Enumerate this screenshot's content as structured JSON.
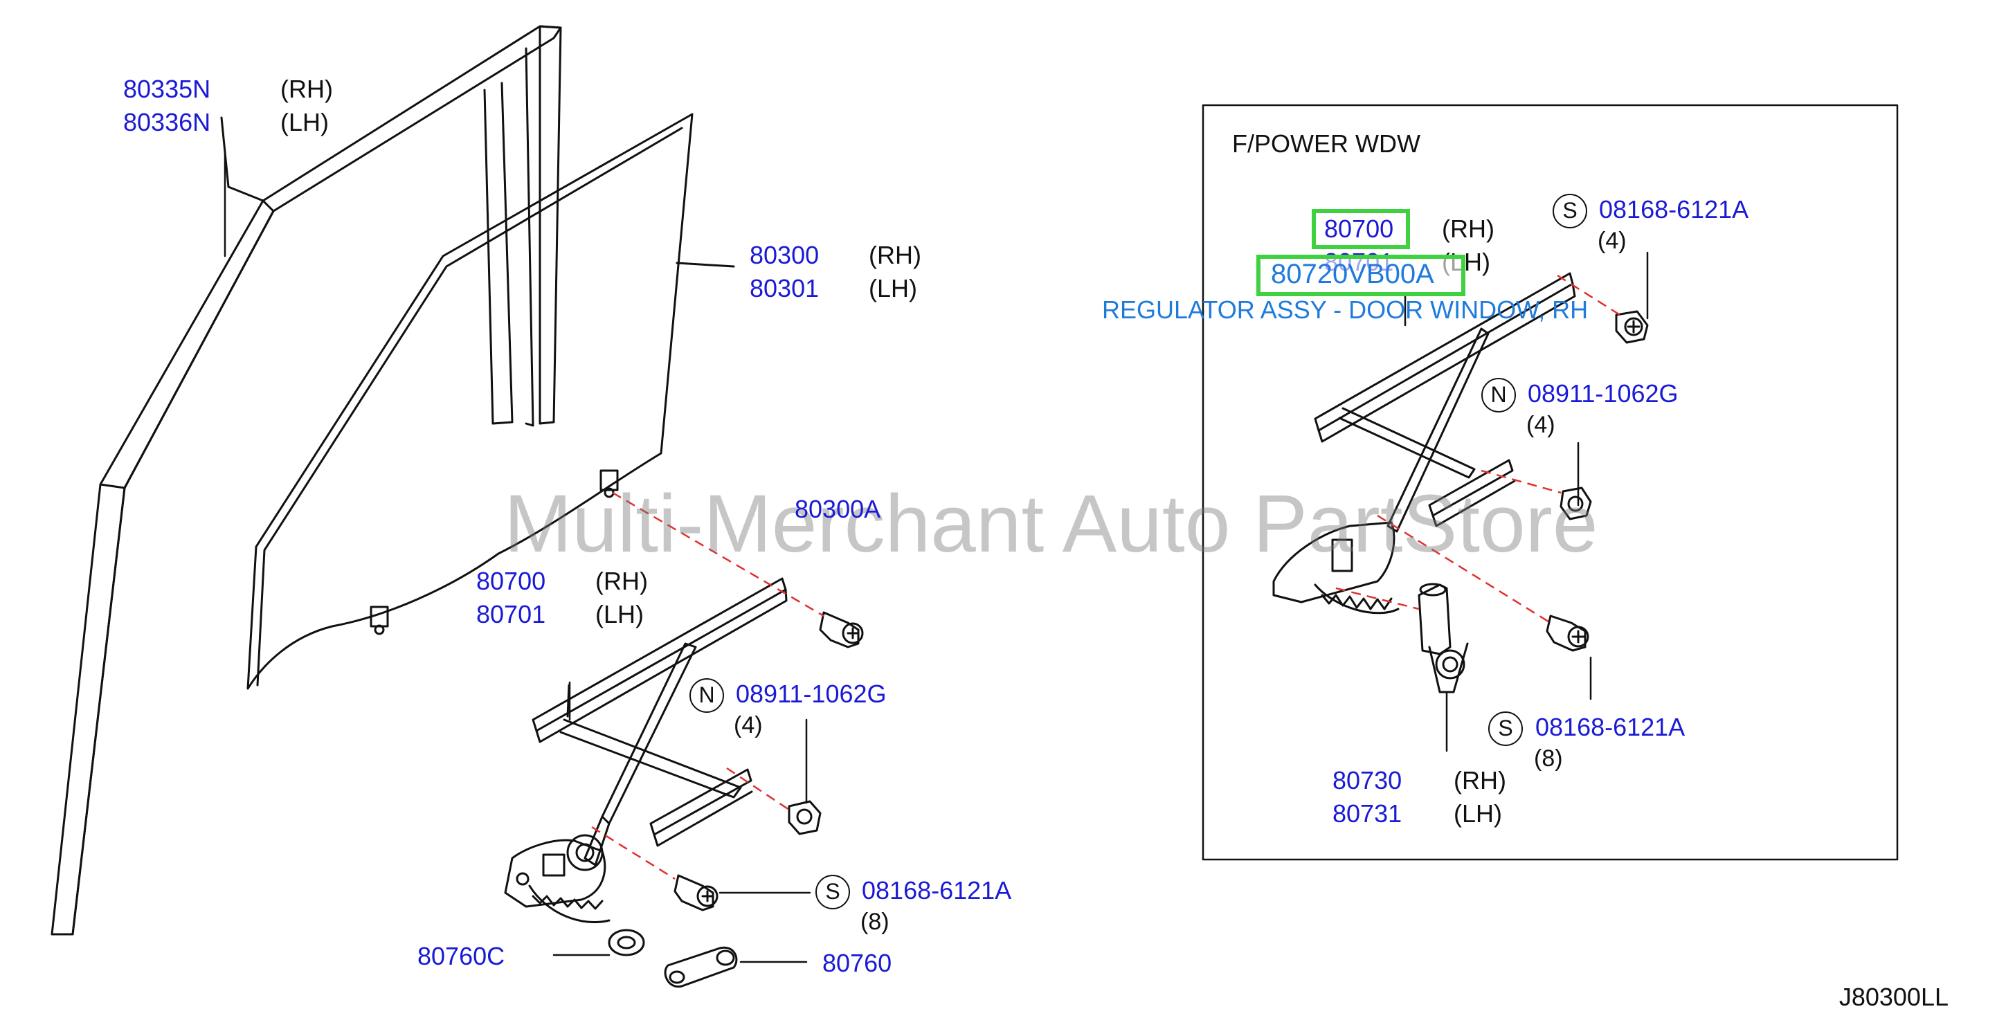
{
  "diagram_code": "J80300LL",
  "watermark": "Multi-Merchant Auto PartStore",
  "inset_title": "F/POWER  WDW",
  "callout": {
    "code": "80720VB00A",
    "description": "REGULATOR ASSY - DOOR WINDOW, RH"
  },
  "colors": {
    "part_number": "#1a1ad6",
    "highlight": "#3fd13f",
    "callout_text": "#1e7bdc",
    "dashed_leader": "#e03030"
  },
  "labels": {
    "sash_rh": "80335N",
    "sash_rh_side": "(RH)",
    "sash_lh": "80336N",
    "sash_lh_side": "(LH)",
    "glass_rh": "80300",
    "glass_rh_side": "(RH)",
    "glass_lh": "80301",
    "glass_lh_side": "(LH)",
    "glass_bolt": "80300A",
    "reg_rh": "80700",
    "reg_rh_side": "(RH)",
    "reg_lh": "80701",
    "reg_lh_side": "(LH)",
    "nut_code": "N",
    "nut_pn": "08911-1062G",
    "nut_qty": "(4)",
    "screw_code": "S",
    "screw_pn": "08168-6121A",
    "screw_qty": "(8)",
    "washer": "80760C",
    "handle": "80760",
    "ins_reg_rh": "80700",
    "ins_reg_rh_side": "(RH)",
    "ins_reg_lh": "80701",
    "ins_reg_lh_side": "(LH)",
    "ins_screw_top_code": "S",
    "ins_screw_top_pn": "08168-6121A",
    "ins_screw_top_qty": "(4)",
    "ins_nut_code": "N",
    "ins_nut_pn": "08911-1062G",
    "ins_nut_qty": "(4)",
    "ins_screw_bot_code": "S",
    "ins_screw_bot_pn": "08168-6121A",
    "ins_screw_bot_qty": "(8)",
    "ins_motor_rh": "80730",
    "ins_motor_rh_side": "(RH)",
    "ins_motor_lh": "80731",
    "ins_motor_lh_side": "(LH)"
  }
}
